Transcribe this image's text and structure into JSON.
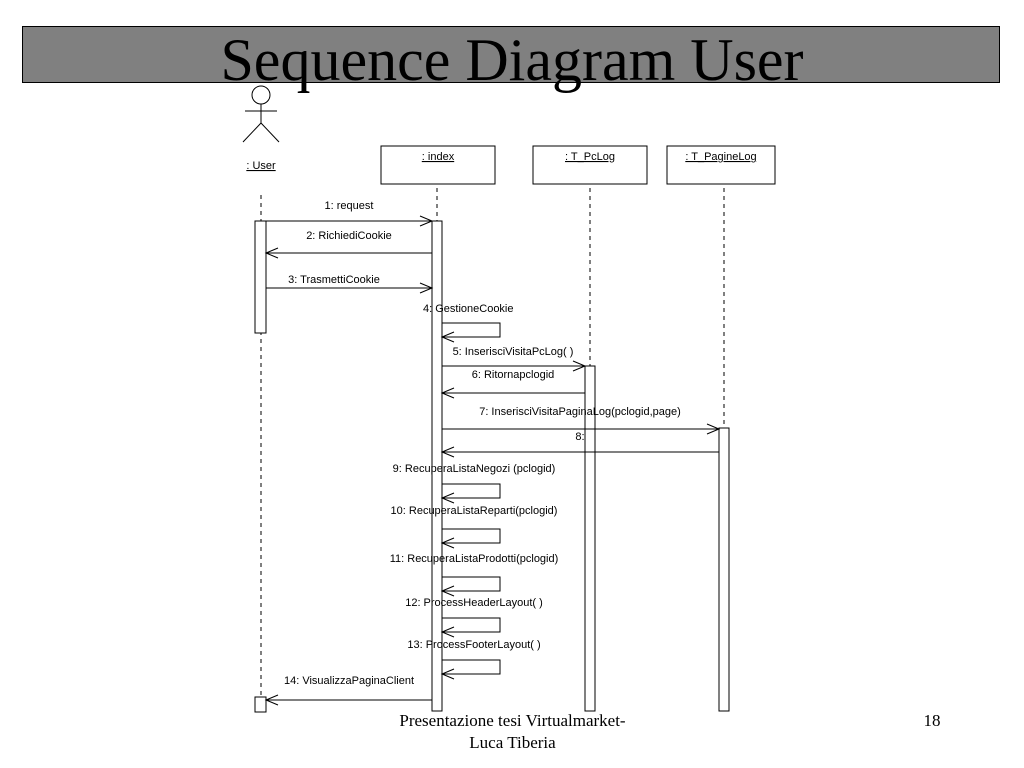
{
  "slide": {
    "title": "Sequence Diagram User",
    "footer_line1": "Presentazione tesi Virtualmarket-",
    "footer_line2": "Luca Tiberia",
    "page_number": "18"
  },
  "diagram": {
    "actor": {
      "name": ": User"
    },
    "objects": [
      {
        "id": "index",
        "name": ": index"
      },
      {
        "id": "pclog",
        "name": ": T_PcLog"
      },
      {
        "id": "paginelog",
        "name": ": T_PagineLog"
      }
    ],
    "messages": [
      {
        "label": "1: request",
        "from": "user",
        "to": "index"
      },
      {
        "label": "2: RichiediCookie",
        "from": "index",
        "to": "user"
      },
      {
        "label": "3: TrasmettiCookie",
        "from": "user",
        "to": "index"
      },
      {
        "label": "4: GestioneCookie",
        "from": "index",
        "to": "index"
      },
      {
        "label": "5: InserisciVisitaPcLog( )",
        "from": "index",
        "to": "pclog"
      },
      {
        "label": "6: Ritornapclogid",
        "from": "pclog",
        "to": "index"
      },
      {
        "label": "7: InserisciVisitaPaginaLog(pclogid,page)",
        "from": "index",
        "to": "paginelog"
      },
      {
        "label": "8:",
        "from": "paginelog",
        "to": "index"
      },
      {
        "label": "9: RecuperaListaNegozi (pclogid)",
        "from": "index",
        "to": "index"
      },
      {
        "label": "10: RecuperaListaReparti(pclogid)",
        "from": "index",
        "to": "index"
      },
      {
        "label": "11: RecuperaListaProdotti(pclogid)",
        "from": "index",
        "to": "index"
      },
      {
        "label": "12: ProcessHeaderLayout( )",
        "from": "index",
        "to": "index"
      },
      {
        "label": "13: ProcessFooterLayout( )",
        "from": "index",
        "to": "index"
      },
      {
        "label": "14: VisualizzaPaginaClient",
        "from": "index",
        "to": "user"
      }
    ]
  }
}
